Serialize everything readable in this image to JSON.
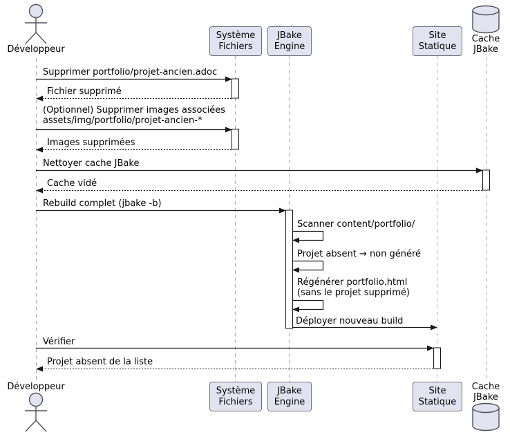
{
  "diagram_type": "uml-sequence-diagram",
  "colors": {
    "participant_fill": "#E2E2F0",
    "participant_border": "#6f6f80",
    "lifeline": "#A8A8A8",
    "arrow": "#181818",
    "text": "#000000",
    "background": "#ffffff"
  },
  "participants": {
    "developer": {
      "label": "Développeur",
      "type": "actor"
    },
    "filesystem": {
      "label": "Système\nFichiers",
      "type": "participant"
    },
    "jbake_engine": {
      "label": "JBake\nEngine",
      "type": "participant"
    },
    "site_statique": {
      "label": "Site\nStatique",
      "type": "participant"
    },
    "cache_jbake": {
      "label": "Cache\nJBake",
      "type": "database"
    }
  },
  "messages": [
    {
      "from": "developer",
      "to": "filesystem",
      "style": "solid",
      "label": "Supprimer portfolio/projet-ancien.adoc"
    },
    {
      "from": "filesystem",
      "to": "developer",
      "style": "dashed",
      "label": "Fichier supprimé"
    },
    {
      "from": "developer",
      "to": "filesystem",
      "style": "solid",
      "label": "(Optionnel) Supprimer images associées\nassets/img/portfolio/projet-ancien-*"
    },
    {
      "from": "filesystem",
      "to": "developer",
      "style": "dashed",
      "label": "Images supprimées"
    },
    {
      "from": "developer",
      "to": "cache_jbake",
      "style": "solid",
      "label": "Nettoyer cache JBake"
    },
    {
      "from": "cache_jbake",
      "to": "developer",
      "style": "dashed",
      "label": "Cache vidé"
    },
    {
      "from": "developer",
      "to": "jbake_engine",
      "style": "solid",
      "label": "Rebuild complet (jbake -b)"
    },
    {
      "from": "jbake_engine",
      "to": "jbake_engine",
      "style": "self",
      "label": "Scanner content/portfolio/"
    },
    {
      "from": "jbake_engine",
      "to": "jbake_engine",
      "style": "self",
      "label": "Projet absent → non généré"
    },
    {
      "from": "jbake_engine",
      "to": "jbake_engine",
      "style": "self",
      "label": "Régénérer portfolio.html\n(sans le projet supprimé)"
    },
    {
      "from": "jbake_engine",
      "to": "site_statique",
      "style": "solid",
      "label": "Déployer nouveau build"
    },
    {
      "from": "developer",
      "to": "site_statique",
      "style": "solid",
      "label": "Vérifier"
    },
    {
      "from": "site_statique",
      "to": "developer",
      "style": "dashed",
      "label": "Projet absent de la liste"
    }
  ]
}
